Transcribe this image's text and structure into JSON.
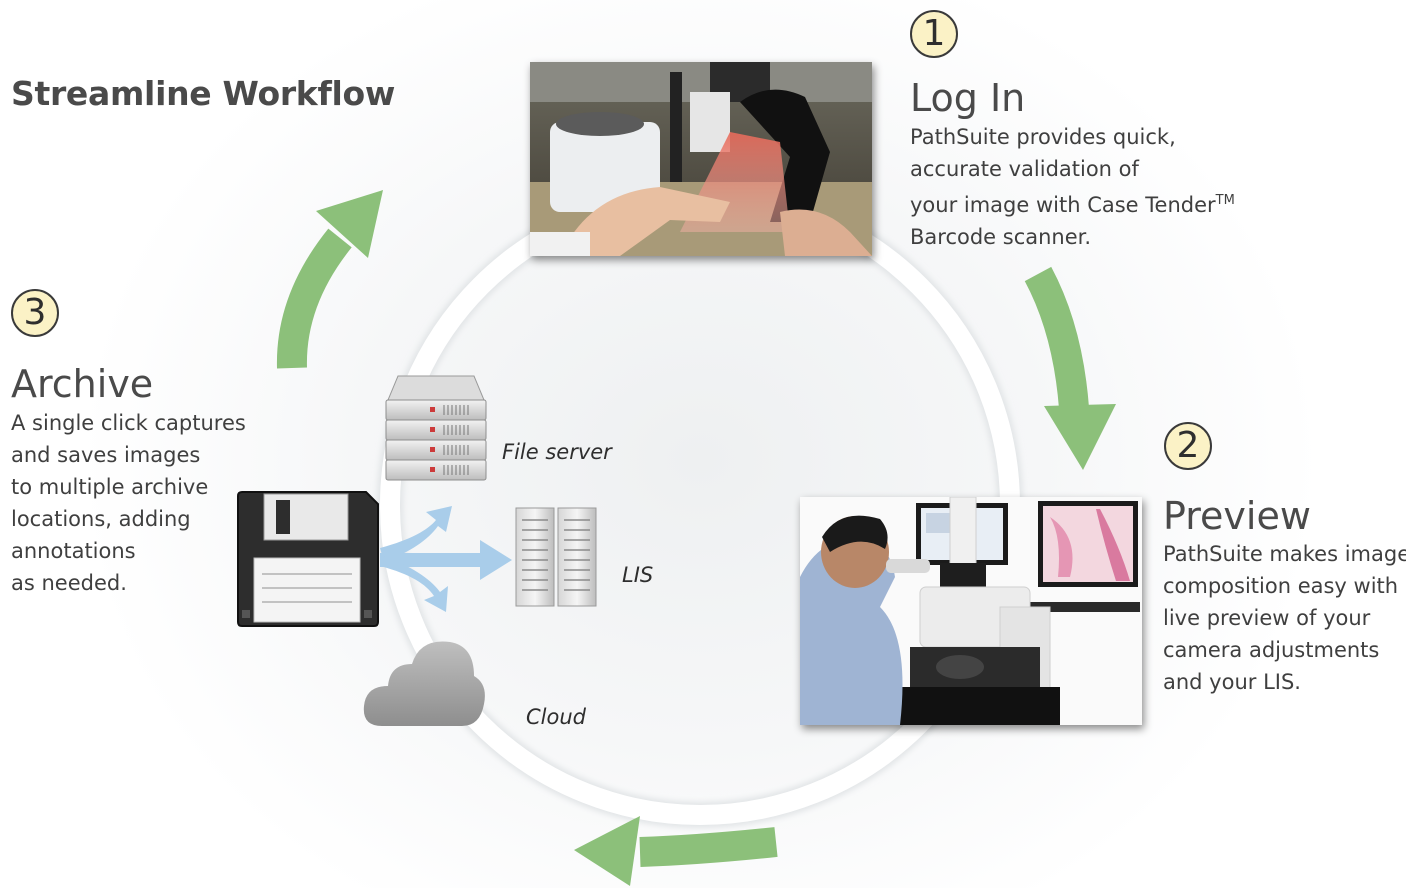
{
  "title": "Streamline Workflow",
  "colors": {
    "arrow_green": "#8cc07a",
    "arrow_blue": "#a9cdea",
    "step_circle_fill": "#fbf2c6",
    "text": "#3f3f3f"
  },
  "steps": [
    {
      "number": "1",
      "title": "Log In",
      "desc_lines": [
        "PathSuite provides quick,",
        "accurate validation of",
        "your image with Case Tender",
        "Barcode scanner."
      ],
      "trademark": "TM"
    },
    {
      "number": "2",
      "title": "Preview",
      "desc_lines": [
        "PathSuite makes image",
        "composition easy with",
        "live preview of your",
        "camera adjustments",
        "and your LIS."
      ]
    },
    {
      "number": "3",
      "title": "Archive",
      "desc_lines": [
        "A single click captures",
        "and saves images",
        "to multiple archive",
        "locations, adding",
        "annotations",
        "as needed."
      ]
    }
  ],
  "destinations": {
    "file_server": "File server",
    "lis": "LIS",
    "cloud": "Cloud"
  },
  "icons": {
    "floppy": "floppy-disk-icon",
    "file_server": "file-server-icon",
    "lis": "lis-server-icon",
    "cloud": "cloud-icon",
    "photo_login": "barcode-scanner-photo",
    "photo_preview": "microscope-workstation-photo"
  }
}
